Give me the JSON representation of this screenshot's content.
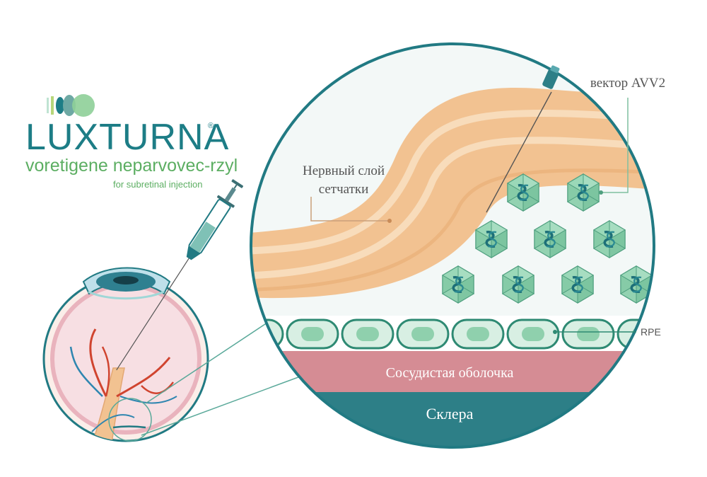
{
  "brand": {
    "name": "LUXTURNA",
    "registered": "®",
    "generic_name": "voretigene neparvovec-rzyl",
    "route": "for subretinal injection"
  },
  "labels": {
    "nerve_layer_line1": "Нервный слой",
    "nerve_layer_line2": "сетчатки",
    "vector": "вектор AVV2",
    "rpe": "RPE",
    "choroid": "Сосудистая оболочка",
    "sclera": "Склера"
  },
  "colors": {
    "brand_teal": "#1d7d86",
    "brand_green": "#5cae62",
    "retina_orange": "#f2c291",
    "retina_light": "#f8dcbb",
    "rpe_green": "#9fd7b6",
    "virus_green": "#7cc9a3",
    "choroid_pink": "#d58c94",
    "sclera_teal": "#2d7f87",
    "eye_outline": "#217a83",
    "vessel_red": "#d0442f",
    "vessel_blue": "#2f86b0"
  },
  "icons": {
    "logo": "logo-circles-icon",
    "syringe": "syringe-icon",
    "eye": "eye-cross-section-icon",
    "virus": "virus-capsid-icon"
  }
}
